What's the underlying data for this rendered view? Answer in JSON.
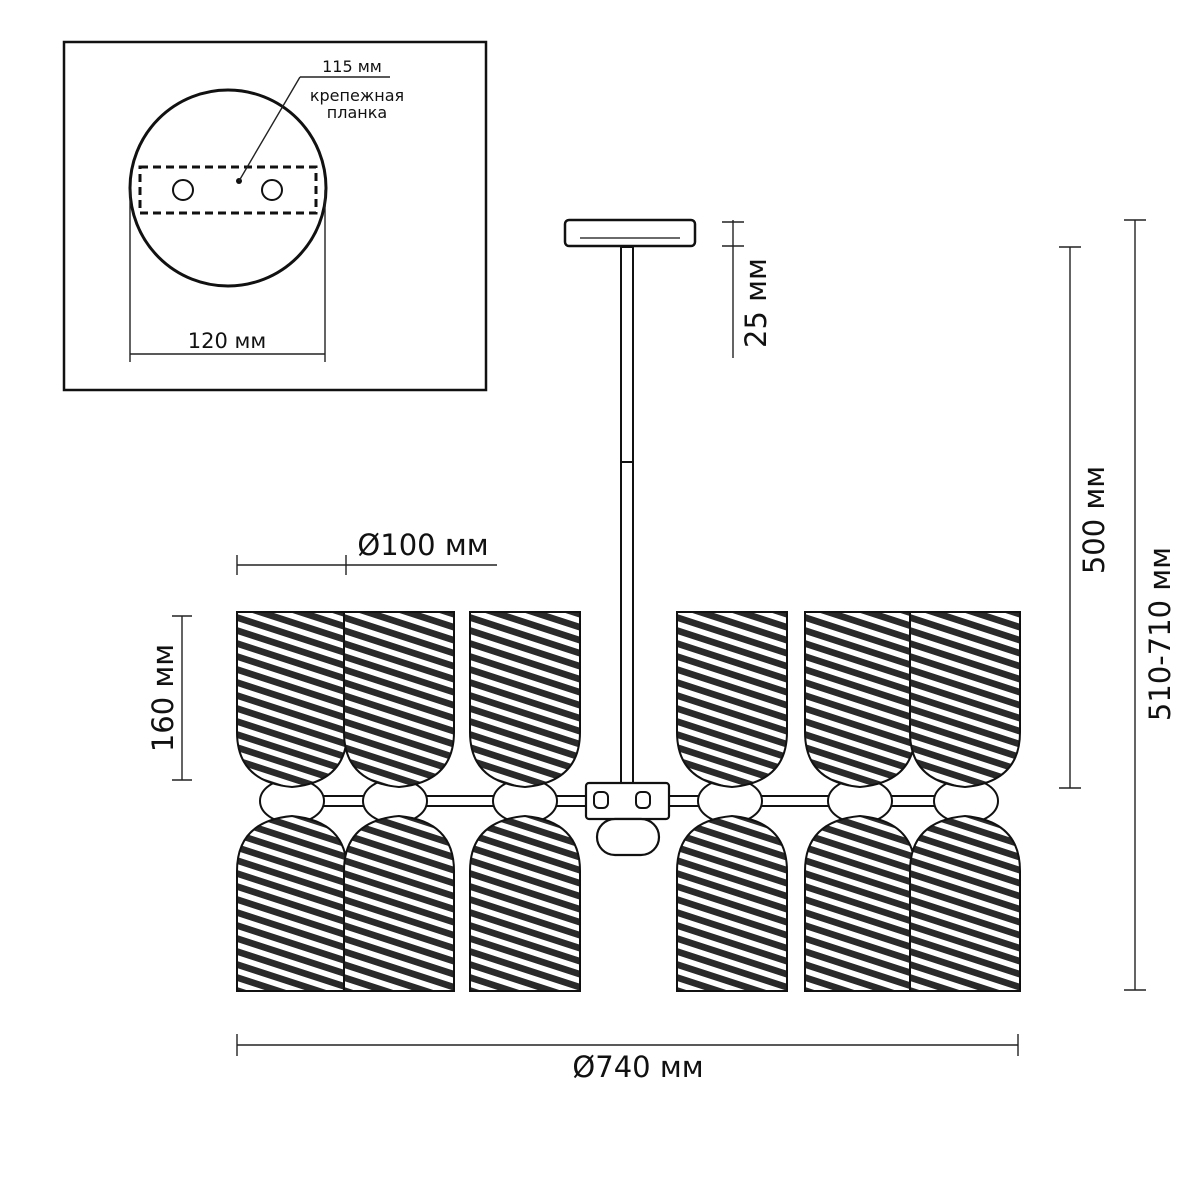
{
  "inset": {
    "plate_width": "115 мм",
    "plate_label_line1": "крепежная",
    "plate_label_line2": "планка",
    "canopy_diameter": "120 мм"
  },
  "dimensions": {
    "canopy_height": "25 мм",
    "shade_diameter": "Ø100 мм",
    "shade_height": "160 мм",
    "rod_height": "500 мм",
    "total_height": "510-710 мм",
    "overall_diameter": "Ø740 мм"
  }
}
